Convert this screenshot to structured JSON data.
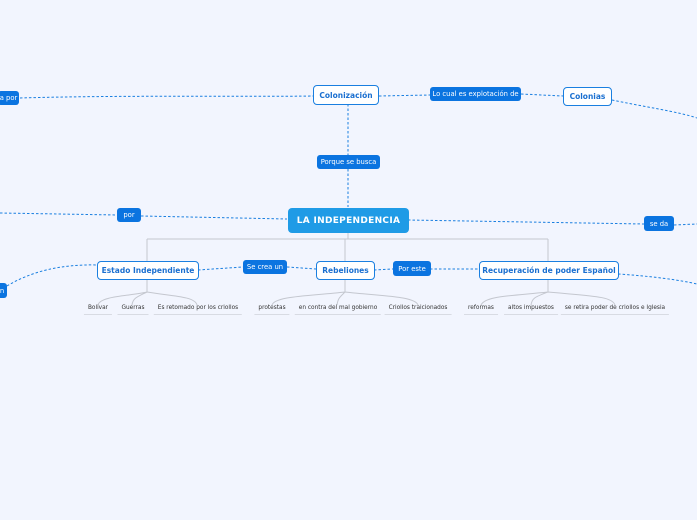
{
  "central": {
    "title": "LA INDEPENDENCIA",
    "color": "#1f9be6"
  },
  "nodes": {
    "colonizacion": "Colonización",
    "colonias": "Colonias",
    "estado": "Estado Independiente",
    "rebeliones": "Rebeliones",
    "recuperacion": "Recuperación de poder Español"
  },
  "links": {
    "left_top": "a por",
    "explotacion": "Lo cual es explotación de",
    "porque": "Porque se busca",
    "por": "por",
    "se_da": "se da",
    "se_crea": "Se crea un",
    "por_este": "Por este",
    "left_bottom": "n"
  },
  "leaves": {
    "estado": [
      "Bolivar",
      "Guerras",
      "Es retomado por los criollos"
    ],
    "rebeliones": [
      "protestas",
      "en contra del mal gobierno",
      "Criollos traicionados"
    ],
    "recuperacion": [
      "reformas",
      "altos impuestos",
      "se retira poder de criollos e Iglesia"
    ]
  },
  "colors": {
    "accent": "#0b74e0",
    "background": "#f2f5fe"
  }
}
